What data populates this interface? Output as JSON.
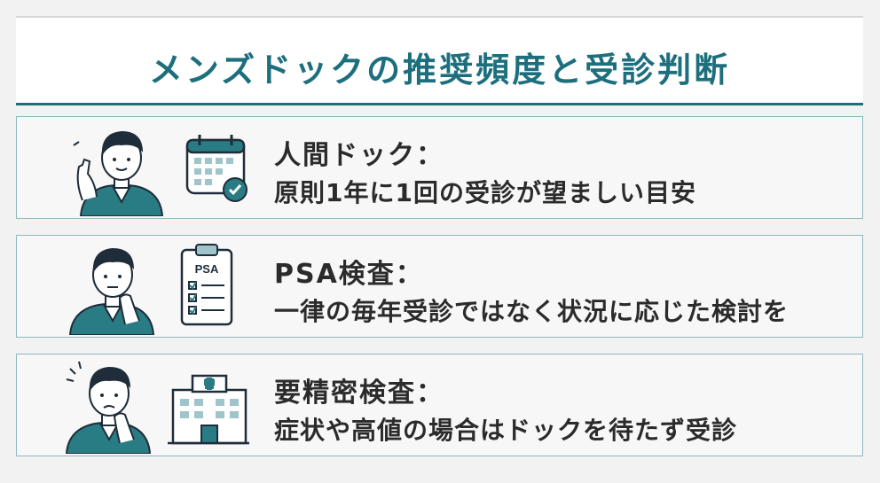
{
  "title": "メンズドックの推奨頻度と受診判断",
  "cards": [
    {
      "heading": "人間ドック：",
      "description": "原則1年に1回の受診が望ましい目安",
      "icon": "calendar-check-icon",
      "person": "pointing-man"
    },
    {
      "heading": "PSA検査：",
      "description": "一律の毎年受診ではなく状況に応じた検討を",
      "icon": "clipboard-checklist-icon",
      "icon_label": "PSA",
      "person": "thinking-man"
    },
    {
      "heading": "要精密検査：",
      "description": "症状や高値の場合はドックを待たず受診",
      "icon": "hospital-icon",
      "person": "worried-man"
    }
  ],
  "colors": {
    "accent": "#1d6f7d",
    "sweater": "#2a7c84",
    "hair": "#1f2d3a",
    "text": "#2b2b2b"
  }
}
